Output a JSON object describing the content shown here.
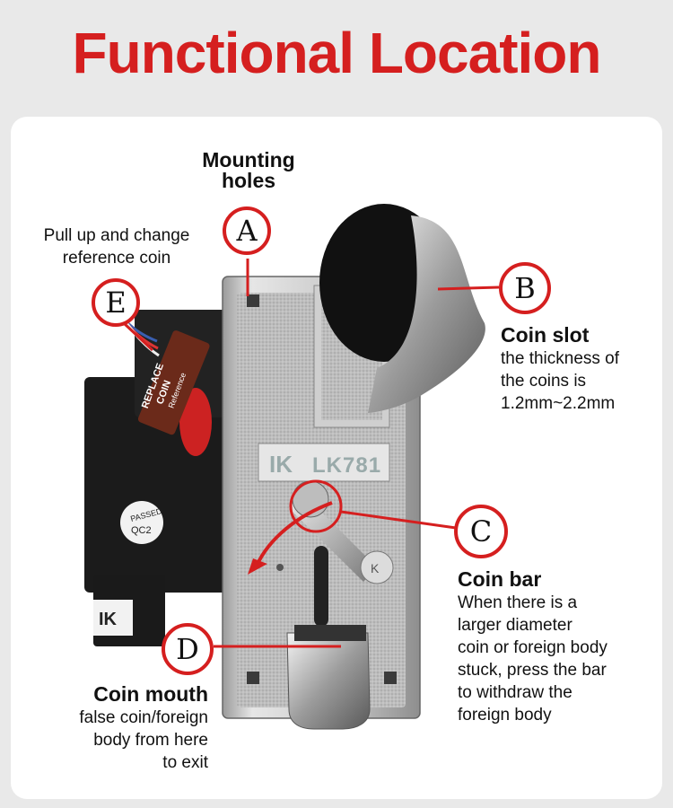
{
  "title": "Functional Location",
  "product": {
    "brand_mark": "IK",
    "model": "LK781",
    "side_label_lines": [
      "REPLACE",
      "COIN"
    ],
    "side_label_small": "Reference",
    "qc_sticker_lines": [
      "PASSED",
      "QC2"
    ]
  },
  "callouts": {
    "a": {
      "letter": "A",
      "title_lines": [
        "Mounting",
        "holes"
      ]
    },
    "b": {
      "letter": "B",
      "title": "Coin slot",
      "desc_lines": [
        "the thickness of",
        "the coins is",
        "1.2mm~2.2mm"
      ]
    },
    "c": {
      "letter": "C",
      "title": "Coin bar",
      "desc_lines": [
        "When there is a",
        "larger diameter",
        "coin or foreign body",
        "stuck, press the bar",
        "to withdraw the",
        "foreign body"
      ]
    },
    "d": {
      "letter": "D",
      "title": "Coin mouth",
      "desc_lines": [
        "false coin/foreign",
        "body from here",
        "to exit"
      ]
    },
    "e": {
      "letter": "E",
      "desc_lines": [
        "Pull up and change",
        "reference coin"
      ]
    }
  },
  "colors": {
    "accent": "#d51f1f",
    "background": "#e9e9e9",
    "card": "#ffffff"
  }
}
